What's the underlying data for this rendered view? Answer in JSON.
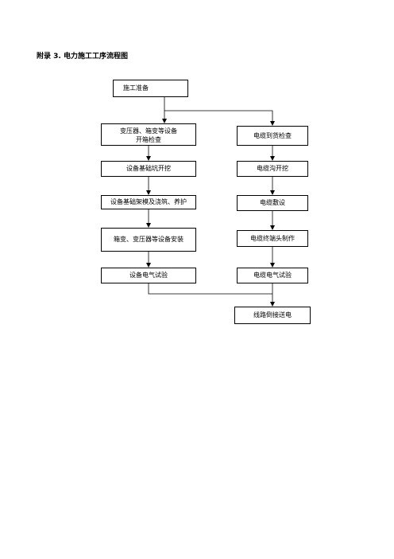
{
  "heading": "附录 3. 电力施工工序流程图",
  "flow": {
    "start": "施工准备",
    "left": {
      "step1_line1": "变压器、箱变等设备",
      "step1_line2": "开箱检查",
      "step2": "设备基础坑开挖",
      "step3": "设备基础架模及浇筑、养护",
      "step4": "箱变、变压器等设备安装",
      "step5": "设备电气试验"
    },
    "right": {
      "step1": "电缆到货检查",
      "step2": "电缆沟开挖",
      "step3": "电缆敷设",
      "step4": "电缆终端头制作",
      "step5": "电缆电气试验"
    },
    "end": "线路倒接送电"
  }
}
